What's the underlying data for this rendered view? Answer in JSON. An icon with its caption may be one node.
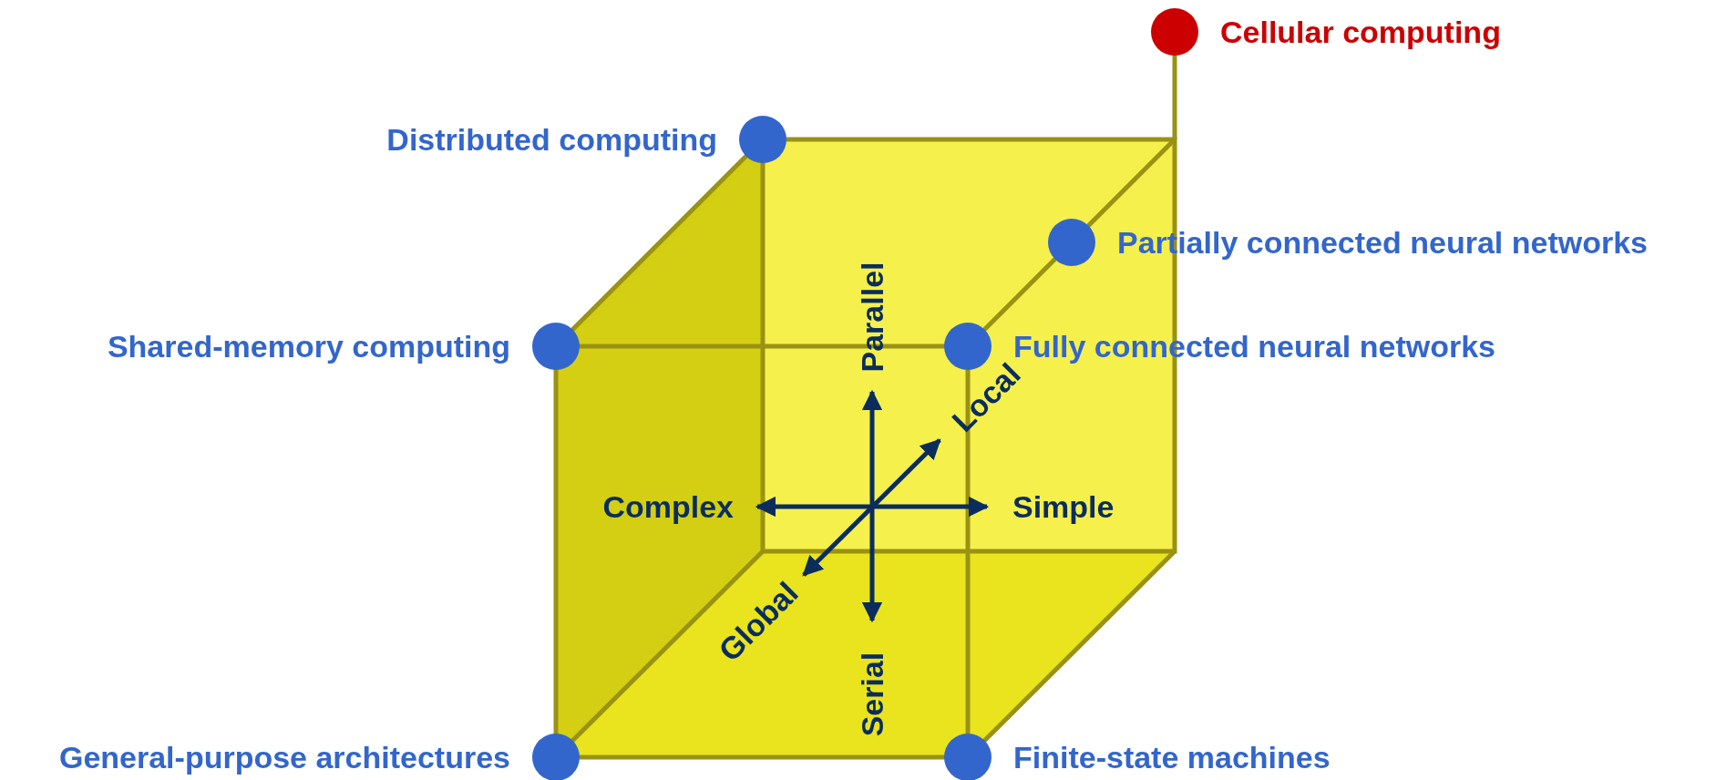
{
  "diagram": {
    "nodes": [
      {
        "text": [
          "Cellular computing"
        ]
      },
      {
        "text": [
          "Distributed computing"
        ]
      },
      {
        "text": [
          "Partially connected neural networks"
        ]
      },
      {
        "text": [
          "Shared-memory computing"
        ]
      },
      {
        "text": [
          "Fully connected neural networks"
        ]
      },
      {
        "text": [
          "General-purpose architectures"
        ]
      },
      {
        "text": [
          "Finite-state machines"
        ]
      }
    ],
    "labels": [
      "Parallel",
      "Local",
      "Complex",
      "Simple",
      "Global",
      "Serial"
    ]
  }
}
